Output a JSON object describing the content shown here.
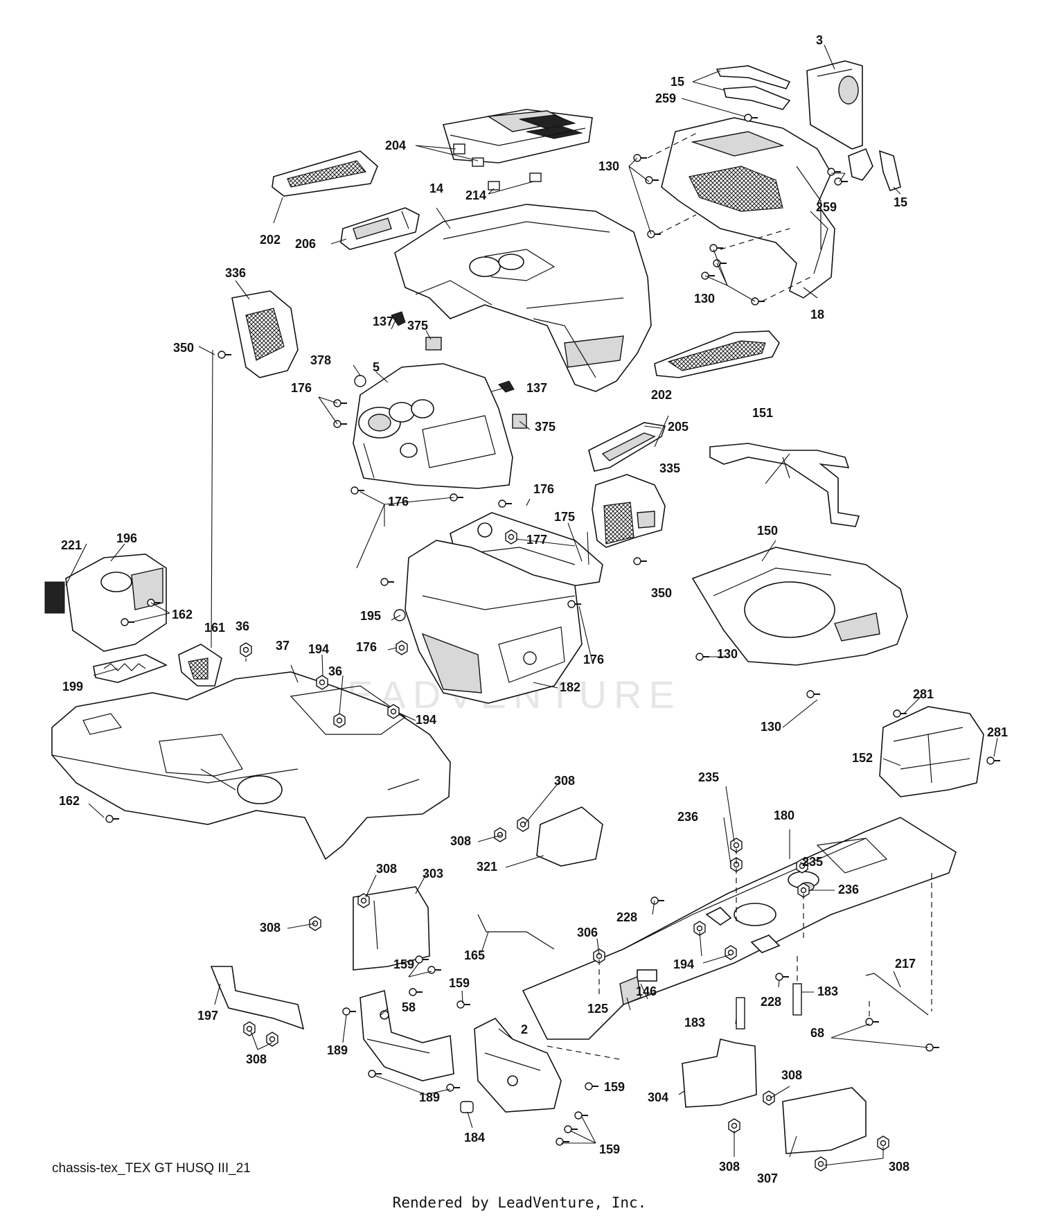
{
  "diagram": {
    "id_label": "chassis-tex_TEX GT HUSQ III_21",
    "credit": "Rendered by LeadVenture, Inc.",
    "watermark": "LEADVENTURE",
    "callouts": [
      "3",
      "15",
      "259",
      "130",
      "204",
      "214",
      "202",
      "206",
      "14",
      "18",
      "336",
      "350",
      "137",
      "375",
      "378",
      "5",
      "176",
      "205",
      "151",
      "335",
      "175",
      "177",
      "150",
      "221",
      "196",
      "162",
      "161",
      "36",
      "37",
      "194",
      "195",
      "182",
      "199",
      "281",
      "152",
      "235",
      "236",
      "180",
      "308",
      "321",
      "303",
      "306",
      "228",
      "165",
      "159",
      "217",
      "183",
      "146",
      "125",
      "197",
      "58",
      "2",
      "189",
      "68",
      "304",
      "307",
      "184"
    ]
  }
}
